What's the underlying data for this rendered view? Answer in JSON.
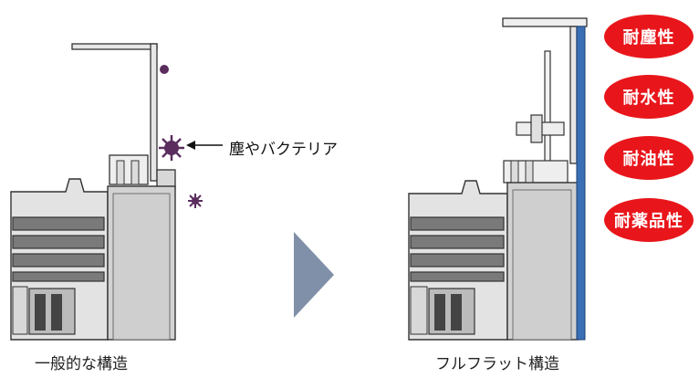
{
  "captions": {
    "left": "一般的な構造",
    "right": "フルフラット構造"
  },
  "callout": {
    "label": "塵やバクテリア"
  },
  "badges": [
    {
      "label": "耐塵性"
    },
    {
      "label": "耐水性"
    },
    {
      "label": "耐油性"
    },
    {
      "label": "耐薬品性"
    }
  ],
  "colors": {
    "badge": "#e8161b",
    "arrow": "#7f90a8",
    "particle": "#5a2d5e",
    "flat_edge": "#3a6fb5",
    "device_gray": "#d4d4d4",
    "device_stroke": "#333333"
  }
}
